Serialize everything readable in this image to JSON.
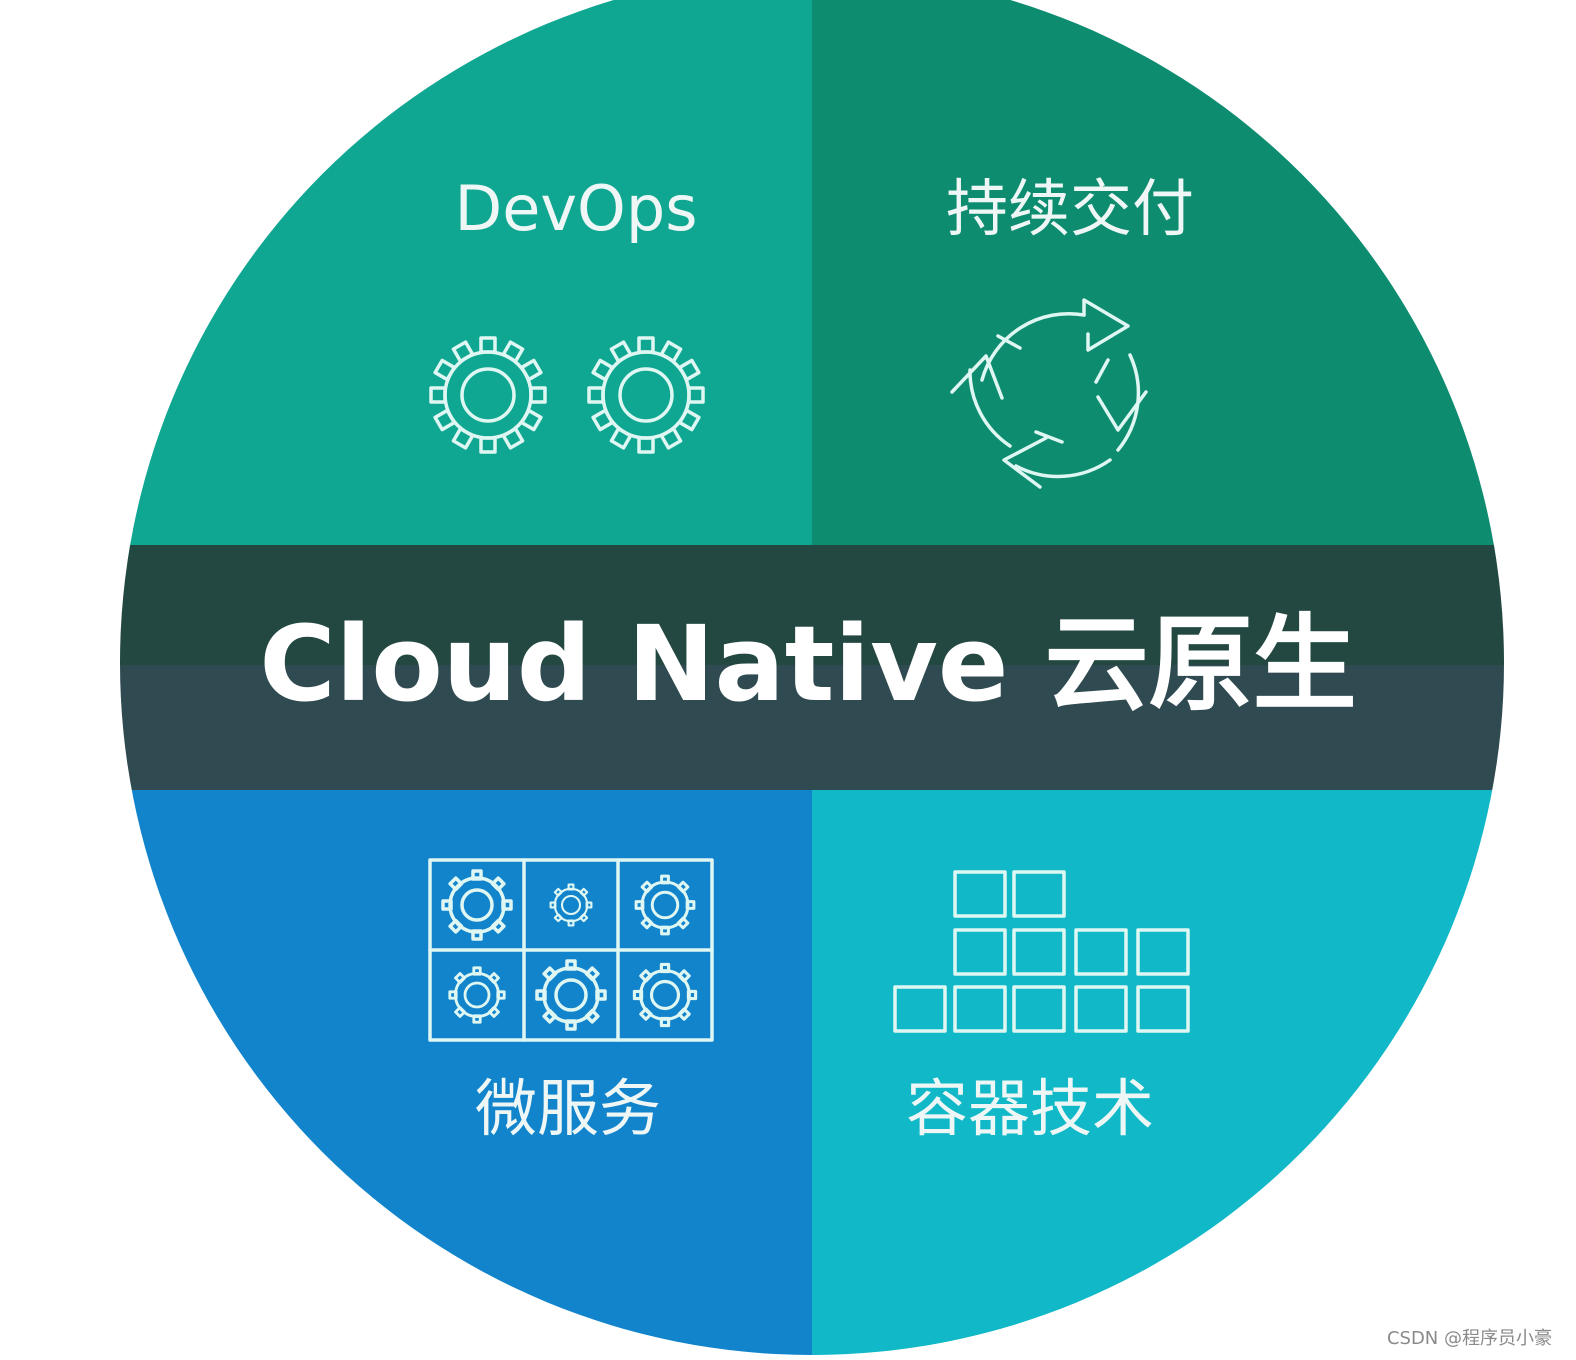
{
  "diagram": {
    "center_title": "Cloud Native 云原生",
    "quadrants": {
      "top_left": {
        "label": "DevOps",
        "icon": "gears-icon",
        "color": "#10a792"
      },
      "top_right": {
        "label": "持续交付",
        "icon": "cycle-arrows-icon",
        "color": "#0d8c70"
      },
      "bottom_left": {
        "label": "微服务",
        "icon": "microservice-grid-icon",
        "color": "#1184cc"
      },
      "bottom_right": {
        "label": "容器技术",
        "icon": "container-blocks-icon",
        "color": "#10b8c8"
      }
    },
    "band_colors": {
      "upper": "#234741",
      "lower": "#2f4a50"
    },
    "icon_color": "#dff7f3"
  },
  "watermark": "CSDN @程序员小豪"
}
